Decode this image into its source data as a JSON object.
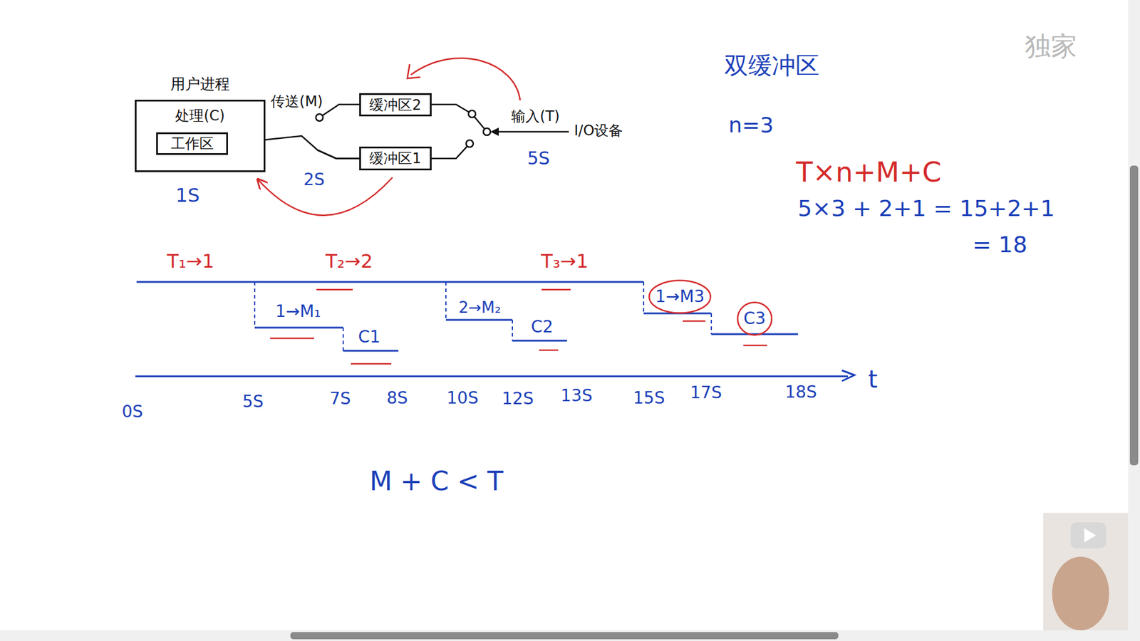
{
  "diagram": {
    "title": "双缓冲区",
    "nodes": [
      {
        "text": [
          "用户进程",
          "处理(C)"
        ]
      },
      {
        "text": [
          "工作区"
        ],
        "in": 0
      },
      {
        "text": [
          "缓冲区2"
        ]
      },
      {
        "text": [
          "缓冲区1"
        ]
      }
    ],
    "edges": [
      {
        "from": 3,
        "to": 1,
        "arrow": "to"
      },
      {
        "from": 3,
        "to": 0,
        "arrow": "to"
      }
    ],
    "labels": [
      "传送(M)",
      "输入(T)",
      "I/O设备",
      "1S",
      "2S",
      "5S",
      "n=3",
      "T×n+M+C",
      "5×3 + 2+1 = 15+2+1",
      "= 18",
      "T₁→1",
      "T₂→2",
      "T₃→1",
      "1→M₁",
      "C1",
      "2→M₂",
      "C2",
      "1→M3",
      "C3",
      "M + C < T",
      "0S",
      "5S",
      "7S",
      "8S",
      "10S",
      "12S",
      "13S",
      "15S",
      "17S",
      "18S",
      "t",
      "独家"
    ]
  }
}
